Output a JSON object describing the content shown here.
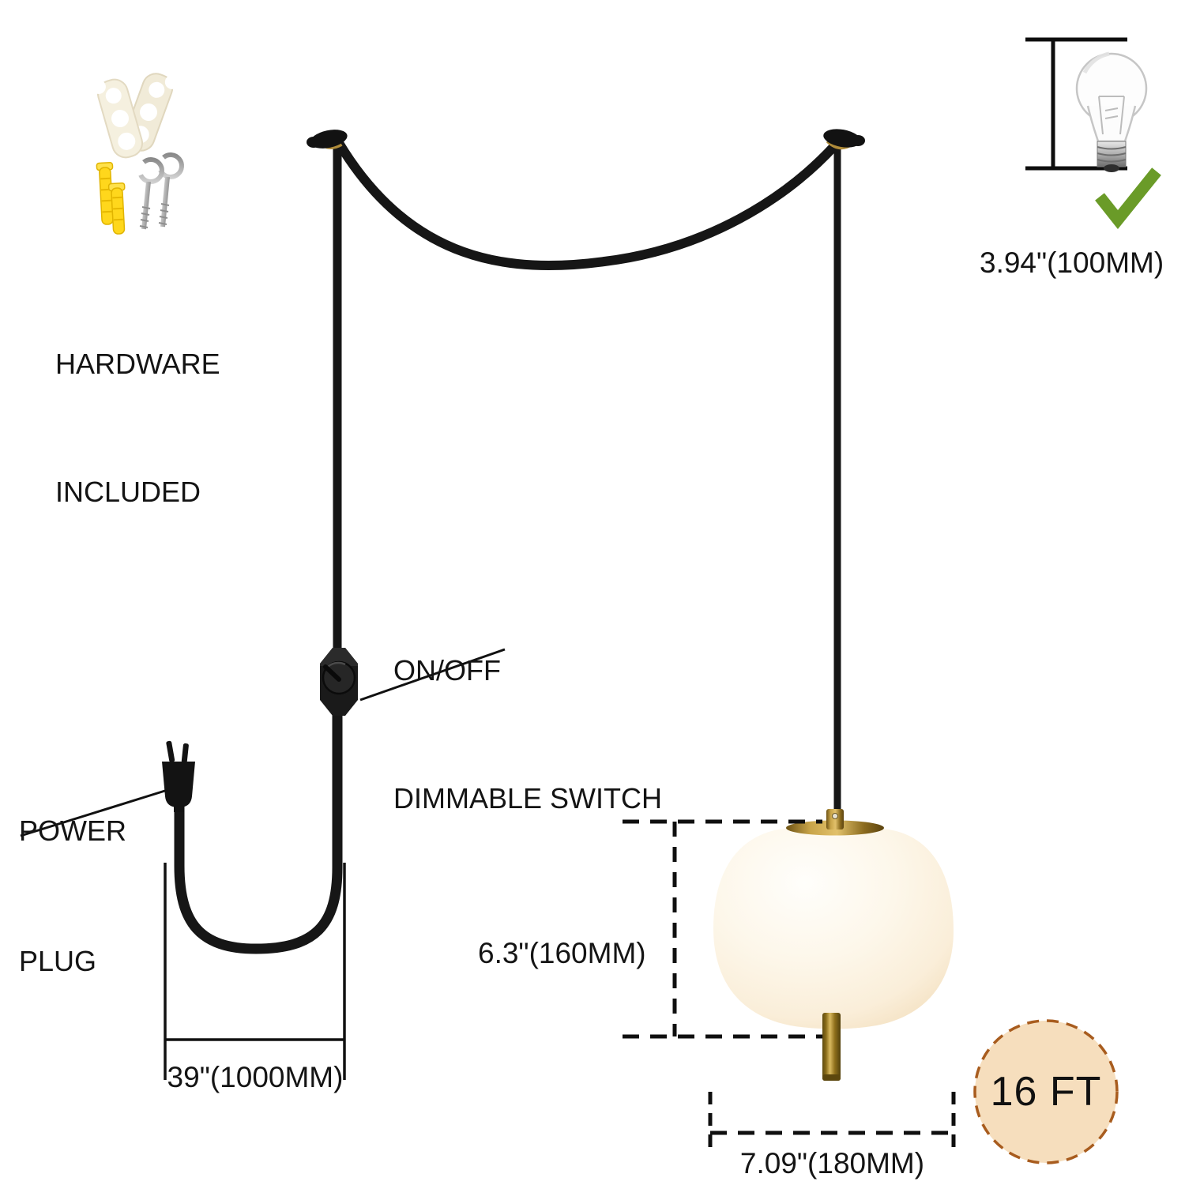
{
  "diagram_title": "plug-in swag pendant lamp dimensions diagram",
  "hardware": {
    "line1": "HARDWARE",
    "line2": "INCLUDED"
  },
  "switch_label": {
    "line1": "ON/OFF",
    "line2": "DIMMABLE SWITCH"
  },
  "plug_label": {
    "line1": "POWER",
    "line2": "PLUG"
  },
  "measurements": {
    "bulb_height": "3.94\"(100MM)",
    "cord_drop": "39\"(1000MM)",
    "shade_height": "6.3\"(160MM)",
    "shade_width": "7.09\"(180MM)",
    "cord_length_badge": "16 FT"
  },
  "colors": {
    "cord_black": "#161616",
    "brass": "#A9842C",
    "shade_cream": "#FBF1DF",
    "badge_fill": "#F6DEBD",
    "badge_border": "#A85C1E",
    "check_green": "#6A9B28",
    "anchor_yellow": "#FFD71C",
    "text": "#141414"
  }
}
